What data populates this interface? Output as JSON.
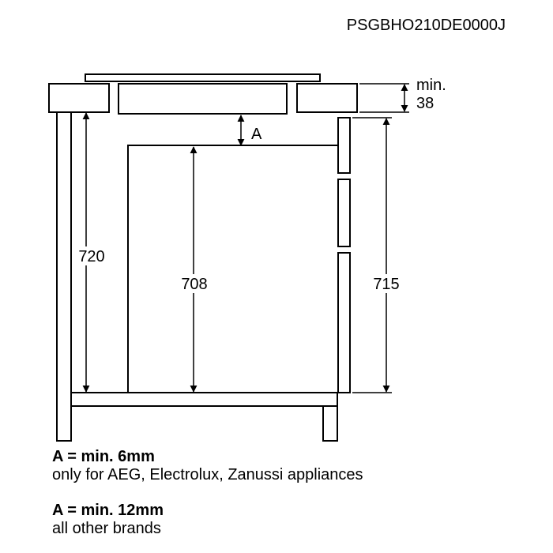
{
  "model_code": "PSGBHO210DE0000J",
  "dimensions": {
    "min_label": "min.",
    "min_value": "38",
    "gap_label": "A",
    "worktop_height": "720",
    "oven_height": "708",
    "drawer_height": "715"
  },
  "notes": [
    {
      "title": "A = min. 6mm",
      "text": "only for AEG, Electrolux, Zanussi appliances"
    },
    {
      "title": "A = min. 12mm",
      "text": "all other brands"
    }
  ],
  "colors": {
    "line": "#000000",
    "fill": "#ffffff"
  }
}
